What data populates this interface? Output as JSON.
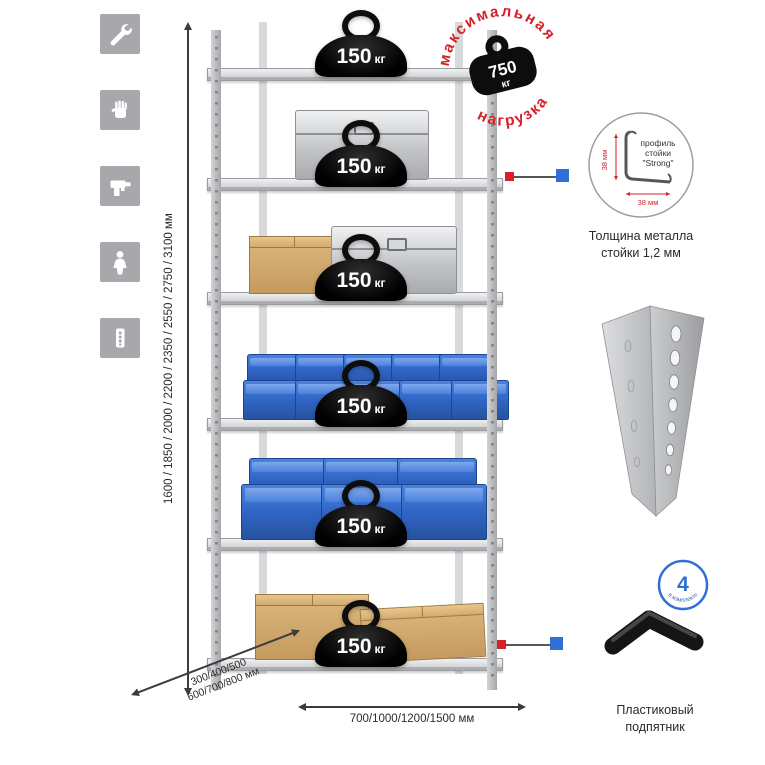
{
  "info_icons": {
    "items": [
      {
        "name": "wrench"
      },
      {
        "name": "gloves"
      },
      {
        "name": "drill"
      },
      {
        "name": "person"
      },
      {
        "name": "perforated-profile"
      }
    ]
  },
  "rack": {
    "shelf_count": 6,
    "shelf_badge": {
      "value": "150",
      "unit": "кг"
    }
  },
  "max_load_stamp": {
    "arc_top": "максимальная",
    "arc_bottom": "нагрузка",
    "value": "750",
    "unit": "кг"
  },
  "profile_detail": {
    "dim_vertical": "38 мм",
    "dim_horizontal": "38 мм",
    "label_line1": "профиль",
    "label_line2": "стойки",
    "label_line3": "\"Strong\"",
    "caption_line1": "Толщина металла",
    "caption_line2": "стойки 1,2 мм"
  },
  "foot_detail": {
    "badge_value": "4",
    "badge_text": "в комплекте",
    "caption_line1": "Пластиковый",
    "caption_line2": "подпятник"
  },
  "dimensions": {
    "height": "1600 / 1850 / 2000 / 2200 / 2350 / 2550 / 2750 / 3100 мм",
    "width": "700/1000/1200/1500 мм",
    "depth_line1": "300/400/500",
    "depth_line2": "600/700/800 мм"
  },
  "colors": {
    "accent_red": "#d6202a",
    "accent_blue": "#2f6fd6",
    "bin_blue": "#2f63c2",
    "icon_gray": "#a6a8ab"
  }
}
